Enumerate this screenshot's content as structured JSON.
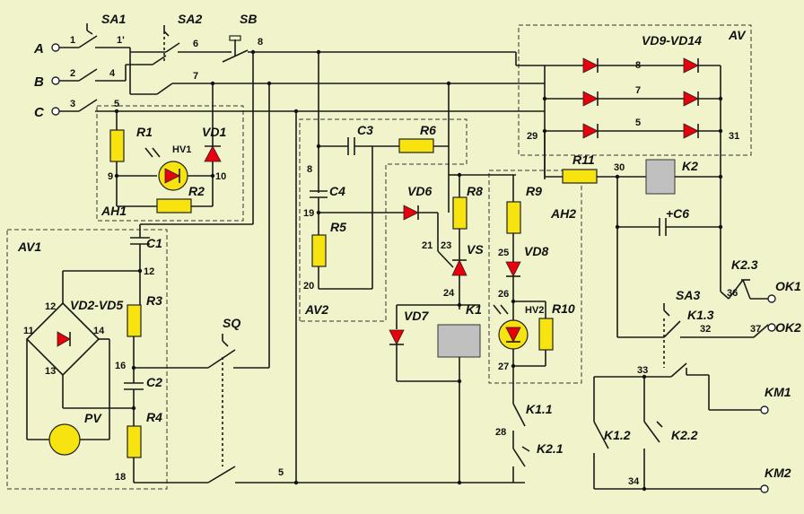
{
  "phases": [
    "A",
    "B",
    "C"
  ],
  "components": {
    "SA1": "SA1",
    "SA2": "SA2",
    "SB": "SB",
    "SQ": "SQ",
    "SA3": "SA3",
    "R1": "R1",
    "R2": "R2",
    "R3": "R3",
    "R4": "R4",
    "R5": "R5",
    "R6": "R6",
    "R8": "R8",
    "R9": "R9",
    "R10": "R10",
    "R11": "R11",
    "C1": "C1",
    "C2": "C2",
    "C3": "C3",
    "C4": "C4",
    "C6": "+C6",
    "VD1": "VD1",
    "VD6": "VD6",
    "VD7": "VD7",
    "VD8": "VD8",
    "VD2_VD5": "VD2-VD5",
    "VD9_VD14": "VD9-VD14",
    "VS": "VS",
    "HV1": "HV1",
    "HV2": "HV2",
    "PV": "PV",
    "K1": "K1",
    "K2": "K2",
    "K1_1": "K1.1",
    "K1_2": "K1.2",
    "K1_3": "K1.3",
    "K2_1": "K2.1",
    "K2_2": "K2.2",
    "K2_3": "K2.3"
  },
  "blocks": {
    "AV": "AV",
    "AV1": "AV1",
    "AV2": "AV2",
    "AH1": "AH1",
    "AH2": "AH2"
  },
  "outputs": {
    "OK1": "OK1",
    "OK2": "OK2",
    "KM1": "KM1",
    "KM2": "KM2"
  },
  "nodes": {
    "n1": "1",
    "n1p": "1'",
    "n2": "2",
    "n3": "3",
    "n4": "4",
    "n5": "5",
    "n5b": "5",
    "n5c": "5",
    "n6": "6",
    "n7": "7",
    "n7b": "7",
    "n8": "8",
    "n8b": "8",
    "n8c": "8",
    "n9": "9",
    "n10": "10",
    "n11": "11",
    "n12": "12",
    "n12b": "12",
    "n13": "13",
    "n14": "14",
    "n16": "16",
    "n18": "18",
    "n19": "19",
    "n20": "20",
    "n21": "21",
    "n23": "23",
    "n24": "24",
    "n25": "25",
    "n26": "26",
    "n27": "27",
    "n28": "28",
    "n29": "29",
    "n30": "30",
    "n31": "31",
    "n32": "32",
    "n33": "33",
    "n34": "34",
    "n36": "36",
    "n37": "37"
  }
}
